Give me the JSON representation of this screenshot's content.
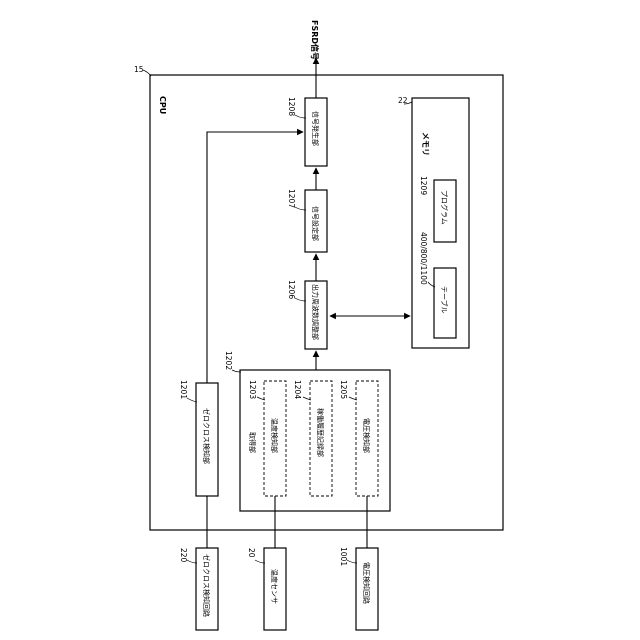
{
  "diagram": {
    "output_signal": "FSRD信号",
    "cpu": {
      "number": "15",
      "label": "CPU"
    },
    "memory": {
      "number": "22",
      "label": "メモリ",
      "program": {
        "number": "1209",
        "label": "プログラム"
      },
      "table": {
        "number": "400/800/1100",
        "label": "テーブル"
      }
    },
    "blocks": {
      "signal_generator": {
        "number": "1208",
        "label": "信号発生部"
      },
      "signal_setting": {
        "number": "1207",
        "label": "信号設定部"
      },
      "output_freq_adjust": {
        "number": "1206",
        "label": "出力周波数調整部"
      },
      "zero_cross_detect": {
        "number": "1201",
        "label": "ゼロクロス検知部"
      }
    },
    "acquisition": {
      "number": "1202",
      "label": "取得部",
      "temperature_detect": {
        "number": "1203",
        "label": "温度検知部"
      },
      "history_record": {
        "number": "1204",
        "label": "稼働履歴記録部"
      },
      "voltage_detect": {
        "number": "1205",
        "label": "電圧検知部"
      }
    },
    "external": {
      "zero_cross_circuit": {
        "number": "220",
        "label": "ゼロクロス検知回路"
      },
      "temperature_sensor": {
        "number": "20",
        "label": "温度センサ"
      },
      "voltage_circuit": {
        "number": "1001",
        "label": "電圧検知回路"
      }
    }
  }
}
